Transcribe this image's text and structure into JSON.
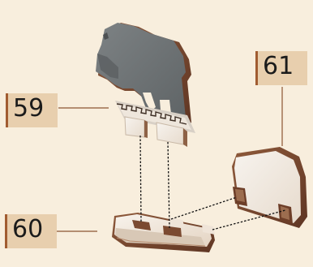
{
  "labels": {
    "part_59": "59",
    "part_60": "60",
    "part_61": "61"
  },
  "colors": {
    "background": "#f8eedd",
    "label_fill": "#e8cfae",
    "label_border": "#a15c31",
    "bison_gray": "#6f7375",
    "wood_edge": "#7b4a31",
    "wood_face": "#f1e8dc"
  },
  "parts": [
    {
      "number": "59",
      "name": "bison-figure"
    },
    {
      "number": "60",
      "name": "base-block"
    },
    {
      "number": "61",
      "name": "back-panel"
    }
  ]
}
